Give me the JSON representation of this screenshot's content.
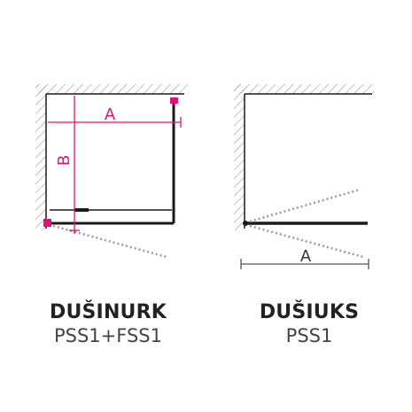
{
  "left_panel": {
    "title": "DUŠINURK",
    "code": "PSS1+FSS1",
    "dimension_a": "A",
    "dimension_b": "B"
  },
  "right_panel": {
    "title": "DUŠIUKS",
    "code": "PSS1",
    "dimension_a": "A"
  },
  "colors": {
    "accent": "#e0127a",
    "line": "#1a1a1a",
    "wall_hatch": "#9a9a9a",
    "swing_dotted": "#9a9a9a",
    "dim_line": "#555555"
  }
}
